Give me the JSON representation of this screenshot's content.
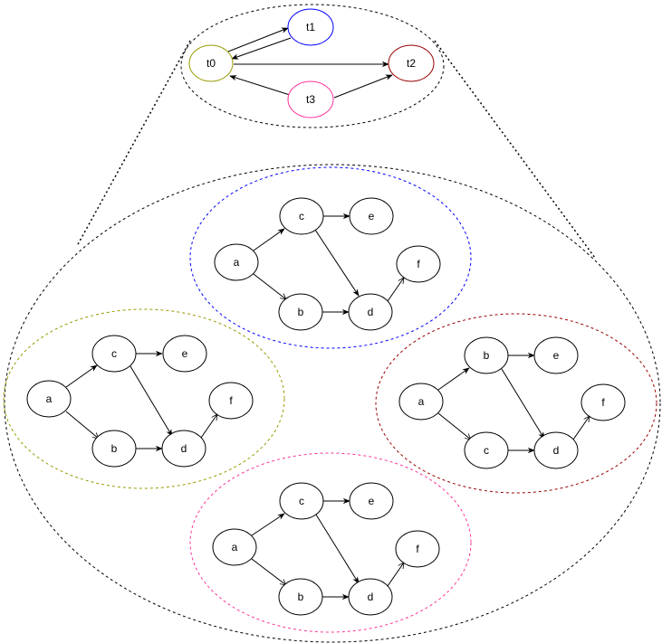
{
  "colors": {
    "black": "#000000",
    "t0": "#999900",
    "t1": "#0000ff",
    "t2": "#990000",
    "t3": "#ff3399"
  },
  "top_graph": {
    "nodes": {
      "t0": "t0",
      "t1": "t1",
      "t2": "t2",
      "t3": "t3"
    }
  },
  "clusters": {
    "blue": {
      "nodes": {
        "a": "a",
        "b": "b",
        "c": "c",
        "d": "d",
        "e": "e",
        "f": "f"
      }
    },
    "olive": {
      "nodes": {
        "a": "a",
        "b": "b",
        "c": "c",
        "d": "d",
        "e": "e",
        "f": "f"
      }
    },
    "red": {
      "nodes": {
        "a": "a",
        "b": "b",
        "c": "c",
        "d": "d",
        "e": "e",
        "f": "f"
      }
    },
    "pink": {
      "nodes": {
        "a": "a",
        "b": "b",
        "c": "c",
        "d": "d",
        "e": "e",
        "f": "f"
      }
    }
  }
}
